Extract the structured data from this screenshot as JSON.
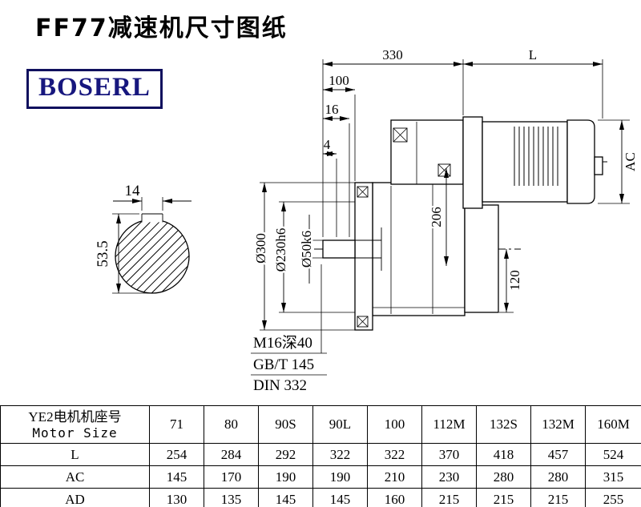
{
  "page": {
    "title": "FF77减速机尺寸图纸",
    "brand": "BOSERL"
  },
  "drawing": {
    "dims": {
      "overall_330": "330",
      "motor_L": "L",
      "shaft_100": "100",
      "step_16": "16",
      "step_4": "4",
      "motor_AC": "AC",
      "height_206": "206",
      "bottom_120": "120",
      "flange_od": "Ø300",
      "spigot": "Ø230h6",
      "shaft_dia": "Ø50k6",
      "key_width": "14",
      "key_height": "53.5",
      "tap_hole": "M16深40",
      "standard_gb": "GB/T 145",
      "standard_din": "DIN 332"
    }
  },
  "table": {
    "header_label_cn": "YE2电机机座号",
    "header_label_en": "Motor Size",
    "col_headers": [
      "71",
      "80",
      "90S",
      "90L",
      "100",
      "112M",
      "132S",
      "132M",
      "160M"
    ],
    "rows": [
      {
        "label": "L",
        "values": [
          "254",
          "284",
          "292",
          "322",
          "322",
          "370",
          "418",
          "457",
          "524"
        ]
      },
      {
        "label": "AC",
        "values": [
          "145",
          "170",
          "190",
          "190",
          "210",
          "230",
          "280",
          "280",
          "315"
        ]
      },
      {
        "label": "AD",
        "values": [
          "130",
          "135",
          "145",
          "145",
          "160",
          "215",
          "215",
          "215",
          "255"
        ]
      }
    ]
  }
}
